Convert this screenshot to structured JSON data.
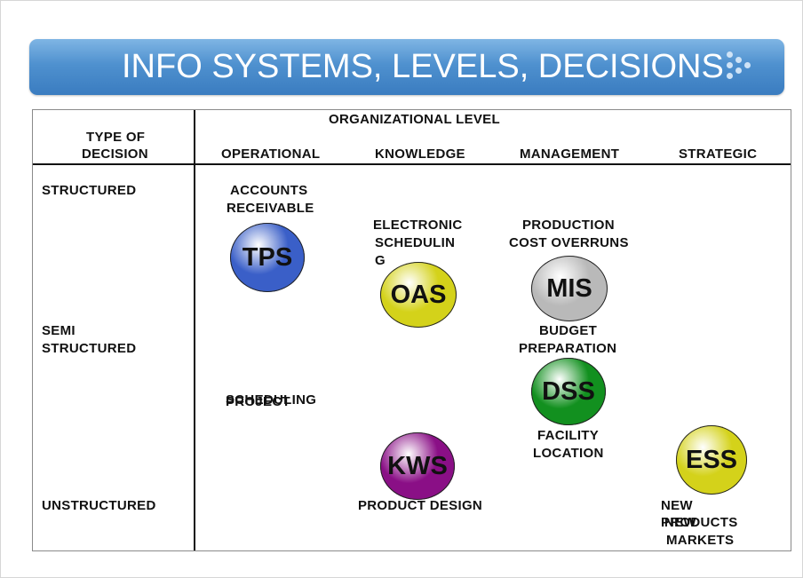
{
  "title": "INFO SYSTEMS, LEVELS, DECISIONS",
  "header": {
    "org_level": "ORGANIZATIONAL LEVEL",
    "type_of": "TYPE OF",
    "decision": "DECISION",
    "levels": [
      "OPERATIONAL",
      "KNOWLEDGE",
      "MANAGEMENT",
      "STRATEGIC"
    ]
  },
  "rows": {
    "structured": "STRUCTURED",
    "semi1": "SEMI",
    "semi2": "STRUCTURED",
    "unstructured": "UNSTRUCTURED"
  },
  "systems": {
    "tps": {
      "label": "TPS",
      "color": "#3a5fc8"
    },
    "oas": {
      "label": "OAS",
      "color": "#d4d21a"
    },
    "mis": {
      "label": "MIS",
      "color": "#b9b9b9"
    },
    "dss": {
      "label": "DSS",
      "color": "#12901f"
    },
    "kws": {
      "label": "KWS",
      "color": "#8a0f86"
    },
    "ess": {
      "label": "ESS",
      "color": "#d4d21a"
    }
  },
  "examples": {
    "accounts1": "ACCOUNTS",
    "accounts2": "RECEIVABLE",
    "electronic1": "ELECTRONIC",
    "electronic2": "SCHEDULIN",
    "electronic3": "G",
    "production1": "PRODUCTION",
    "production2": "COST OVERRUNS",
    "budget1": "BUDGET",
    "budget2": "PREPARATION",
    "project1": "PROJECT",
    "project2": "SCHEDULING",
    "facility1": "FACILITY",
    "facility2": "LOCATION",
    "product_design": "PRODUCT DESIGN",
    "new1": "NEW",
    "new2": "PRODUCTS",
    "new3": "NEW",
    "new4": "MARKETS"
  }
}
